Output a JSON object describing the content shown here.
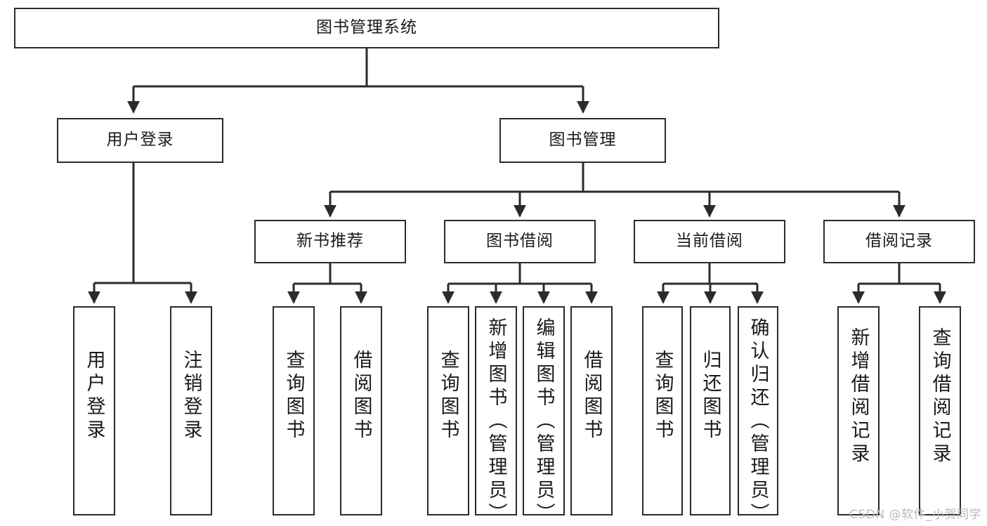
{
  "diagram": {
    "title": "图书管理系统",
    "type": "hierarchy-tree",
    "levels": 4,
    "colors": {
      "box_border": "#2b2b2b",
      "box_fill": "#ffffff",
      "connector": "#2b2b2b",
      "text": "#1a1a1a",
      "watermark": "#b9b9b9"
    },
    "root": {
      "label": "图书管理系统"
    },
    "level2": [
      {
        "label": "用户登录"
      },
      {
        "label": "图书管理"
      }
    ],
    "level3": [
      {
        "label": "新书推荐"
      },
      {
        "label": "图书借阅"
      },
      {
        "label": "当前借阅"
      },
      {
        "label": "借阅记录"
      }
    ],
    "leaves_user_login": [
      {
        "label": "用户登录"
      },
      {
        "label": "注销登录"
      }
    ],
    "leaves_new_book": [
      {
        "label": "查询图书"
      },
      {
        "label": "借阅图书"
      }
    ],
    "leaves_borrow": [
      {
        "label": "查询图书"
      },
      {
        "label": "新增图书（管理员）"
      },
      {
        "label": "编辑图书（管理员）"
      },
      {
        "label": "借阅图书"
      }
    ],
    "leaves_current": [
      {
        "label": "查询图书"
      },
      {
        "label": "归还图书"
      },
      {
        "label": "确认归还（管理员）"
      }
    ],
    "leaves_records": [
      {
        "label": "新增借阅记录"
      },
      {
        "label": "查询借阅记录"
      }
    ]
  },
  "watermark": {
    "text": "CSDN @软件_小贺同学"
  }
}
